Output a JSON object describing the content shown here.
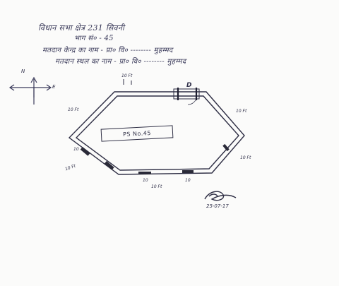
{
  "header": {
    "line1": "विधान सभा क्षेत्र 231 सिवनी",
    "line2": "भाग सं० - 45",
    "line3": "मतदान केन्द्र का नाम - प्रा० वि० -------- मुहम्मद",
    "line4": "मतदान स्थल का नाम - प्रा० वि० -------- मुहम्मद"
  },
  "compass": {
    "north": "N",
    "east": "E"
  },
  "map": {
    "ps_label": "PS No.45",
    "door_label": "D",
    "dimensions": {
      "top": "10 Ft",
      "top_left": "10 Ft",
      "top_right": "10 Ft",
      "right": "10 Ft",
      "bottom_left": "10 Ft",
      "bottom": "10 Ft",
      "bottom_a": "10",
      "bottom_b": "10",
      "left_small": "10"
    }
  },
  "signature": {
    "date": "25-07-17"
  }
}
